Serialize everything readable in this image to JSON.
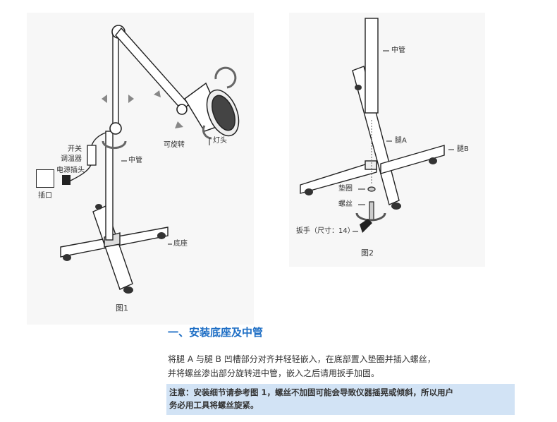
{
  "figure1": {
    "caption": "图1",
    "labels": {
      "switch": "开关",
      "dimmer": "调温器",
      "plug": "电源插头",
      "socket": "插口",
      "middle_tube": "中管",
      "base": "底座",
      "rotatable": "可旋转",
      "lamp_head": "灯头"
    }
  },
  "figure2": {
    "caption": "图2",
    "labels": {
      "middle_tube": "中管",
      "leg_a": "腿A",
      "leg_b": "腿B",
      "washer": "垫圈",
      "screw": "螺丝",
      "wrench": "扳手（尺寸：14）"
    }
  },
  "section": {
    "title": "一、安装底座及中管",
    "body_line1": "将腿 A 与腿 B 凹槽部分对齐并轻轻嵌入，在底部置入垫圈并插入螺丝，",
    "body_line2": "并将螺丝渗出部分旋转进中管，嵌入之后请用扳手加固。",
    "note_line1": "注意：安装细节请参考图 1，螺丝不加固可能会导致仪器摇晃或倾斜，所以用户",
    "note_line2": "务必用工具将螺丝旋紧。"
  },
  "colors": {
    "title_blue": "#1f6fc5",
    "note_bg": "#d2e3f5",
    "panel_bg": "#f7f7f7"
  }
}
